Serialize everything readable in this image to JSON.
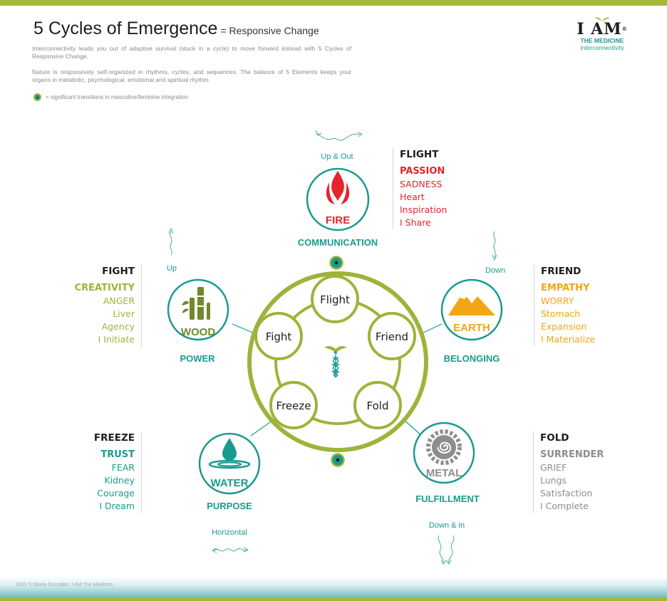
{
  "header": {
    "title": "5 Cycles of Emergence",
    "subtitle": "= Responsive Change",
    "description_1": "Interconnectivity leads you out of adaptive survival (stuck in a cycle) to move forward instead with 5 Cycles of Responsive Change.",
    "description_2": "Nature is responsively self-organized in rhythms, cycles, and sequences.  The balance of 5 Elements keeps your organs in metabolic, psychological, emotional and spiritual rhythm.",
    "legend": "= significant transitions in masculine/feminine integration"
  },
  "logo": {
    "word": "I AM",
    "reg": "®",
    "line1": "THE MEDICINE",
    "line2": "Interconnectivity"
  },
  "footer": "2021  ®  Gloria Gonzalez. I AM The Medicine.",
  "colors": {
    "teal": "#1a9a8f",
    "olive": "#9cb43a",
    "fire": "#e3262c",
    "earth": "#f2a515",
    "wood": "#8fa935",
    "metal": "#8d8d8d"
  },
  "elements": {
    "fire": {
      "label": "FIRE",
      "under": "COMMUNICATION",
      "direction": "Up & Out",
      "icon": "flame-icon"
    },
    "wood": {
      "label": "WOOD",
      "under": "POWER",
      "direction": "Up",
      "icon": "bamboo-icon"
    },
    "earth": {
      "label": "EARTH",
      "under": "BELONGING",
      "direction": "Down",
      "icon": "mountain-icon"
    },
    "water": {
      "label": "WATER",
      "under": "PURPOSE",
      "direction": "Horizontal",
      "icon": "water-drop-icon"
    },
    "metal": {
      "label": "METAL",
      "under": "FULFILLMENT",
      "direction": "Down & in",
      "icon": "gear-spiral-icon"
    }
  },
  "cycle_nodes": [
    "Flight",
    "Friend",
    "Fold",
    "Freeze",
    "Fight"
  ],
  "panels": {
    "flight": {
      "heading": "FLIGHT",
      "lines": [
        "PASSION",
        "SADNESS",
        "Heart",
        "Inspiration",
        "I Share"
      ]
    },
    "fight": {
      "heading": "FIGHT",
      "lines": [
        "CREATIVITY",
        "ANGER",
        "Liver",
        "Agency",
        "I Initiate"
      ]
    },
    "friend": {
      "heading": "FRIEND",
      "lines": [
        "EMPATHY",
        "WORRY",
        "Stomach",
        "Expansion",
        "I Materialize"
      ]
    },
    "freeze": {
      "heading": "FREEZE",
      "lines": [
        "TRUST",
        "FEAR",
        "Kidney",
        "Courage",
        "I Dream"
      ]
    },
    "fold": {
      "heading": "FOLD",
      "lines": [
        "SURRENDER",
        "GRIEF",
        "Lungs",
        "Satisfaction",
        "I Complete"
      ]
    }
  }
}
